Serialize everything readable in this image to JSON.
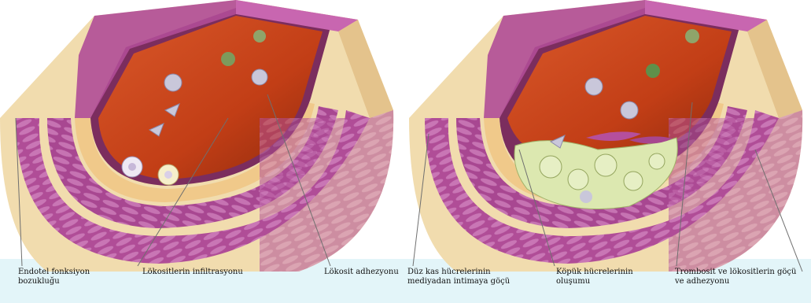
{
  "panels": [
    {
      "labels": [
        "Endotel fonksiyon\nbozukluğu",
        "Lökositlerin infiltrasyonu",
        "Lökosit adhezyonu"
      ]
    },
    {
      "labels": [
        "Düz kas hücrelerinin\nmediyadan intimaya göçü",
        "Köpük hücrelerinin\noluşumu",
        "Trombosit ve lökositlerin göçü\nve adhezyonu"
      ]
    }
  ],
  "colors": {
    "caption_background": "#e3f5f9",
    "adventitia": "#f1dcae",
    "media": "#b8589f",
    "intima": "#f0c98a",
    "lumen_blood": "#c7421a",
    "leukocyte": "#c9c7da",
    "foam_cell": "#dce8b0",
    "pointer_line": "#6f6f6f"
  }
}
